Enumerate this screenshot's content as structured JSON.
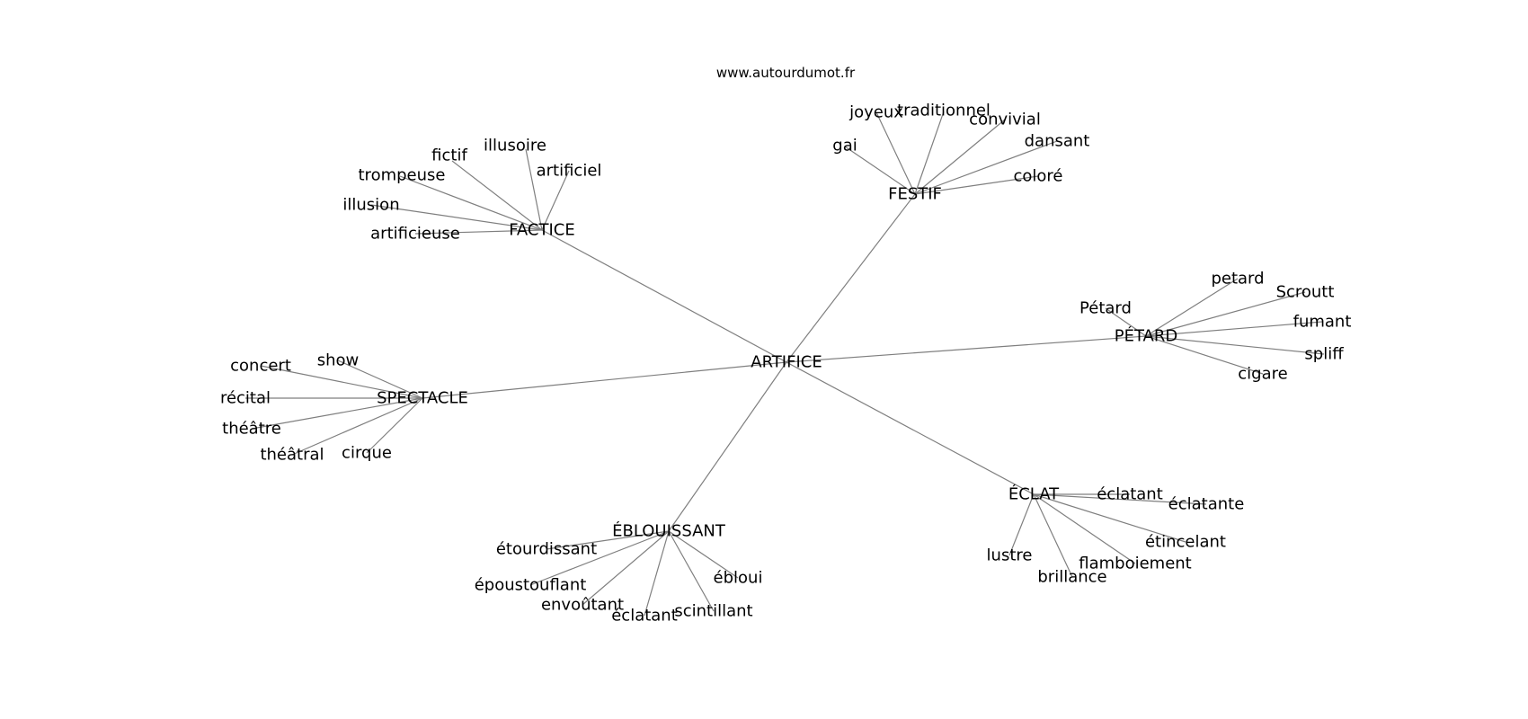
{
  "site": "www.autourdumot.fr",
  "graph": {
    "root": "ARTIFICE",
    "hubs": [
      {
        "label": "FACTICE",
        "leaves": [
          "fictif",
          "illusoire",
          "artificiel",
          "trompeuse",
          "illusion",
          "artificieuse"
        ]
      },
      {
        "label": "FESTIF",
        "leaves": [
          "joyeux",
          "traditionnel",
          "convivial",
          "gai",
          "dansant",
          "coloré"
        ]
      },
      {
        "label": "PÉTARD",
        "leaves": [
          "petard",
          "Scroutt",
          "Pétard",
          "fumant",
          "spliff",
          "cigare"
        ]
      },
      {
        "label": "SPECTACLE",
        "leaves": [
          "concert",
          "show",
          "récital",
          "théâtre",
          "théâtral",
          "cirque"
        ]
      },
      {
        "label": "ÉCLAT",
        "leaves": [
          "éclatant",
          "éclatante",
          "étincelant",
          "lustre",
          "flamboiement",
          "brillance"
        ]
      },
      {
        "label": "ÉBLOUISSANT",
        "leaves": [
          "étourdissant",
          "ébloui",
          "époustouflant",
          "envoûtant",
          "éclatant",
          "scintillant"
        ]
      }
    ]
  }
}
